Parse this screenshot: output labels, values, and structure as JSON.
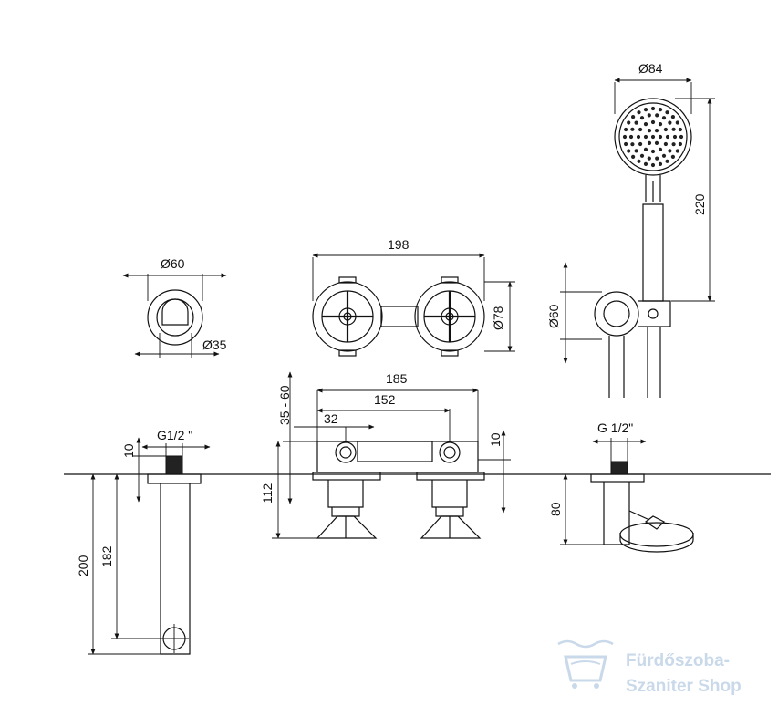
{
  "dimensions": {
    "d60_top": "Ø60",
    "d35": "Ø35",
    "w198": "198",
    "d78": "Ø78",
    "d84": "Ø84",
    "h220": "220",
    "d60_right": "Ø60",
    "w185": "185",
    "w152": "152",
    "w32": "32",
    "h35_60": "35 - 60",
    "h10_mid": "10",
    "h112": "112",
    "g12_left": "G1/2 \"",
    "h10_left": "10",
    "h182": "182",
    "h200": "200",
    "g12_right": "G 1/2\"",
    "h80": "80"
  },
  "watermark": {
    "line1": "Fürdőszoba-",
    "line2": "Szaniter Shop",
    "color": "#c9d9ea"
  },
  "colors": {
    "ink": "#111111",
    "background": "#ffffff"
  }
}
